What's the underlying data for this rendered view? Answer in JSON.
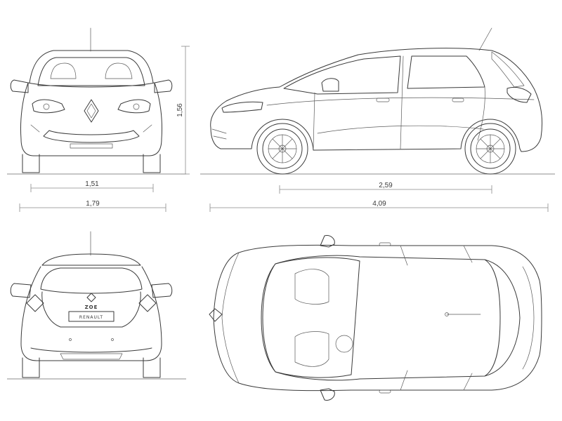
{
  "dimensions": {
    "height": "1,56",
    "front_track": "1,51",
    "overall_width": "1,79",
    "wheelbase": "2,59",
    "overall_length": "4,09"
  },
  "badges": {
    "model": "ZOE",
    "brand": "RENAULT"
  },
  "views": [
    "front",
    "side",
    "rear",
    "top"
  ],
  "colors": {
    "line": "#3a3a3a",
    "dimension": "#8a8a8a",
    "background": "#ffffff"
  }
}
